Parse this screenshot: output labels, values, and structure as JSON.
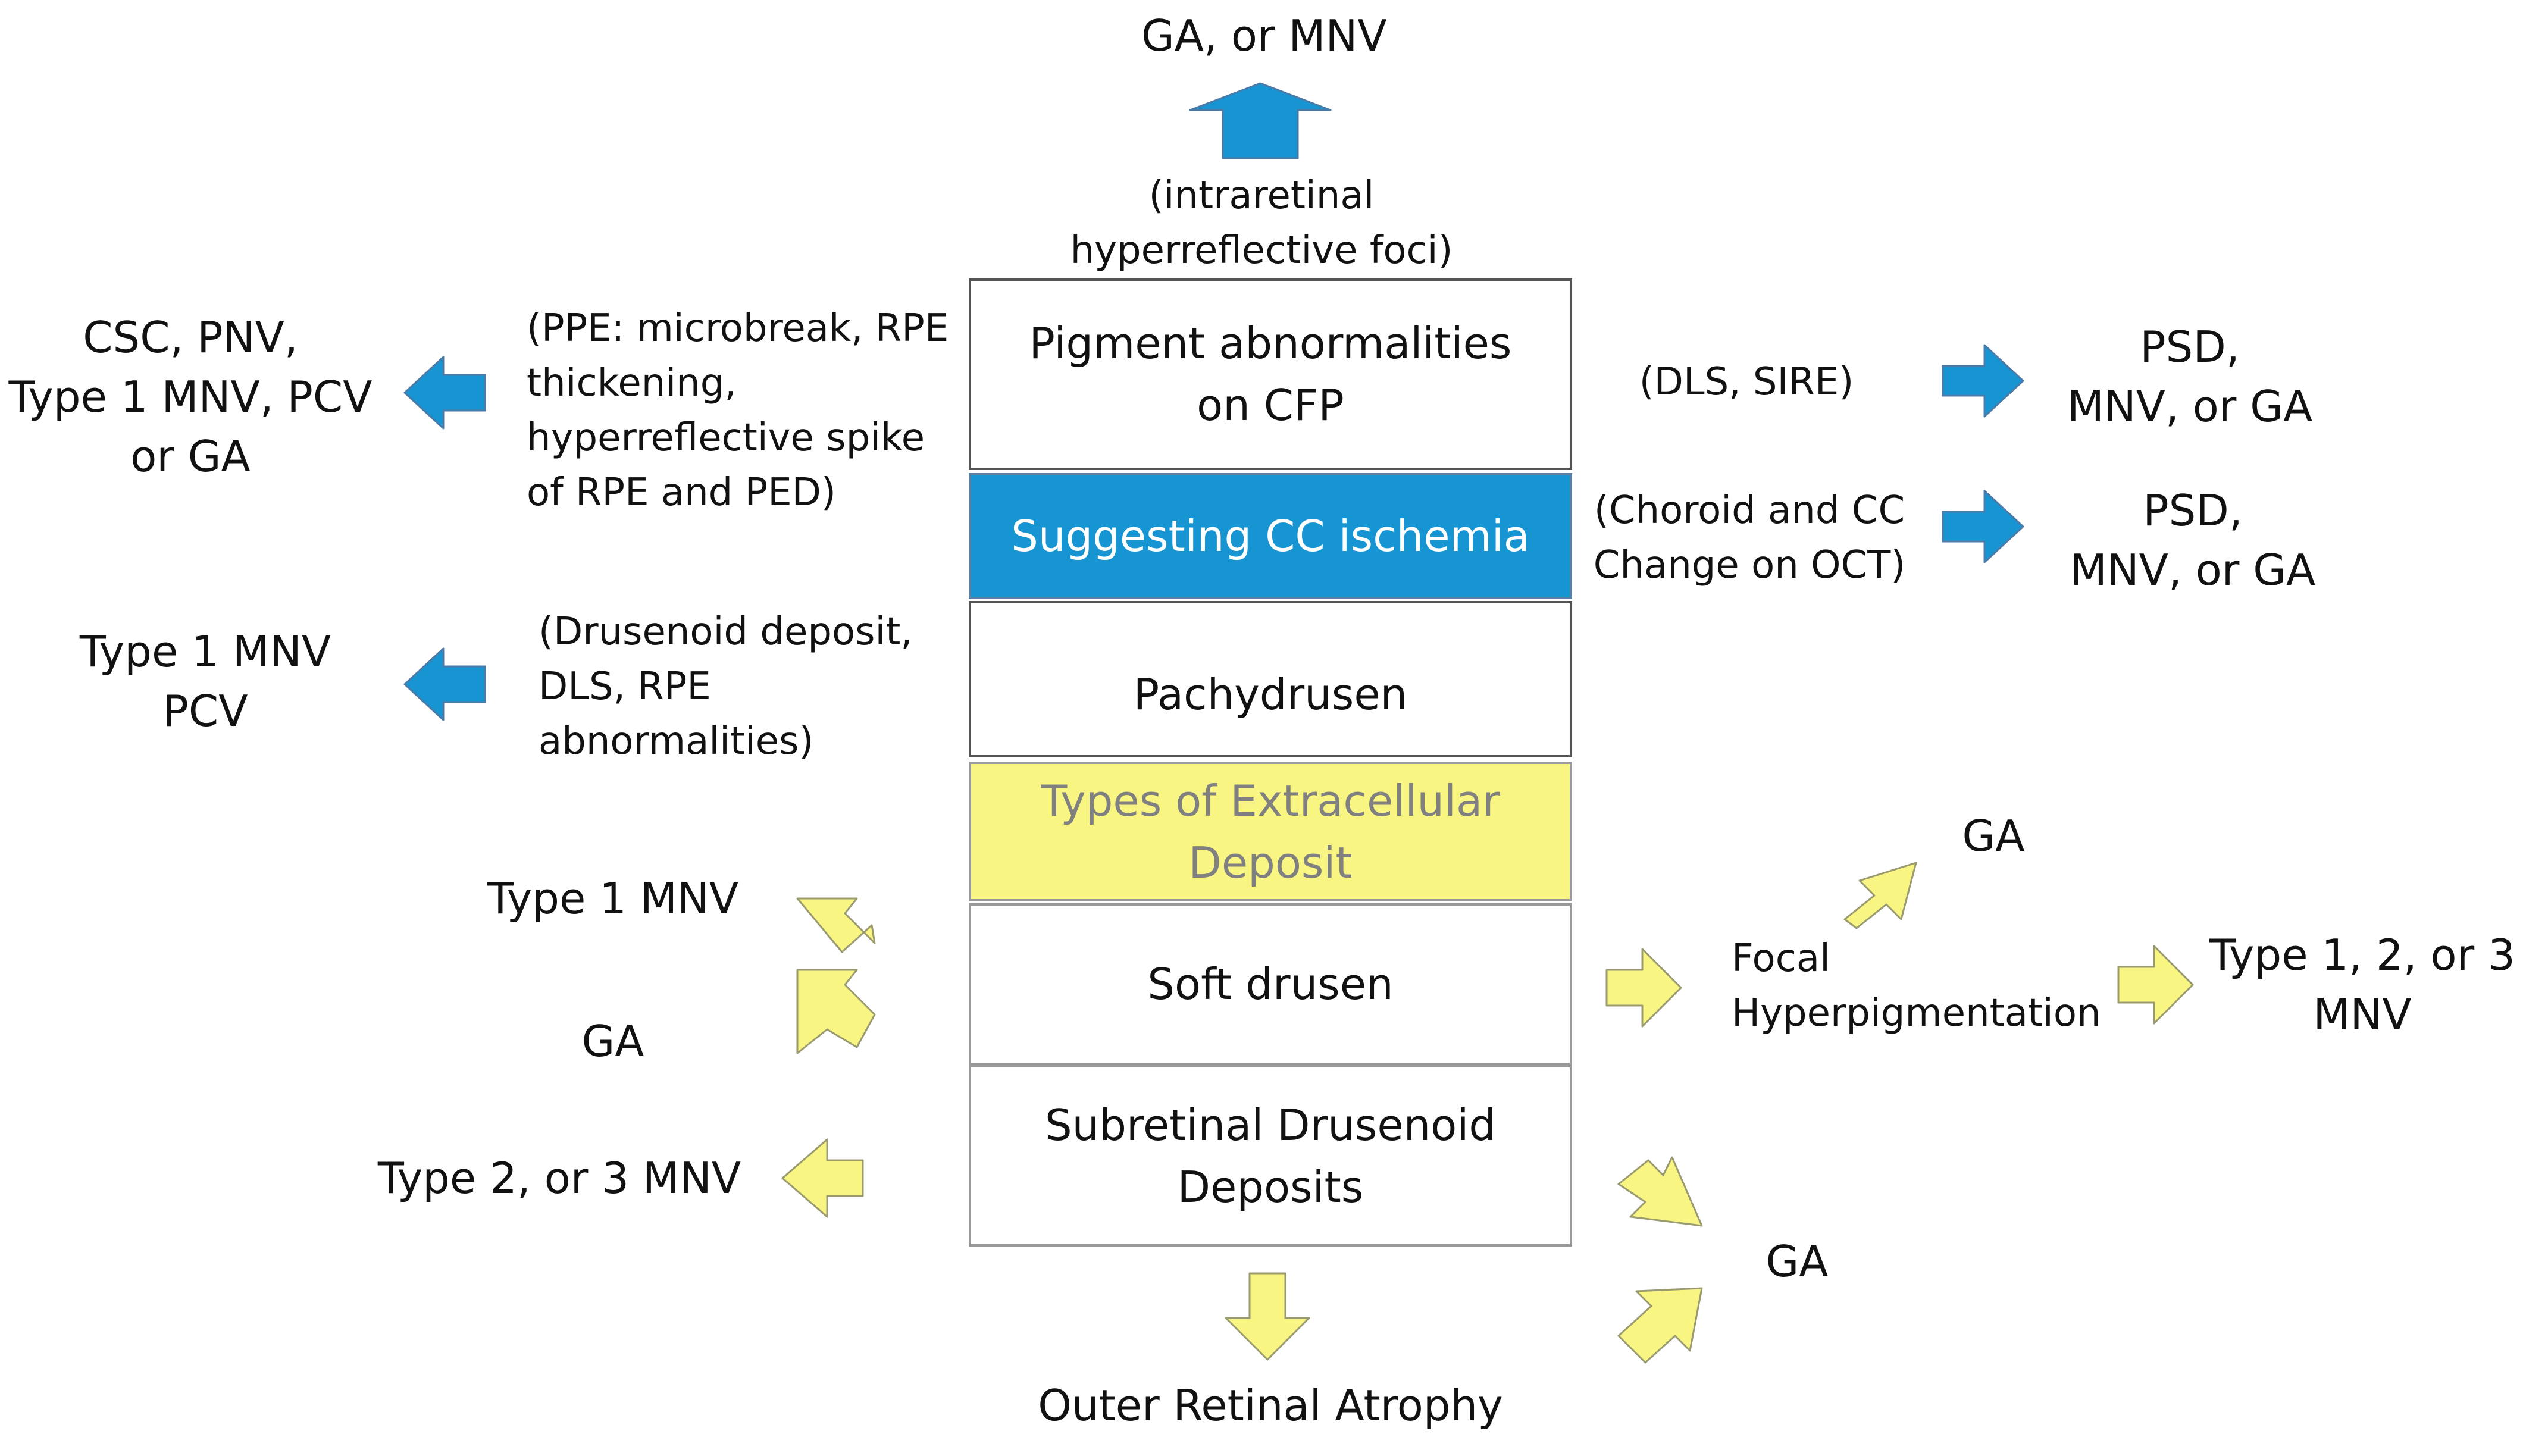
{
  "colors": {
    "blue_arrow": "#1795d3",
    "yellow_arrow": "#f8f583",
    "cc_box": "#1795d3",
    "deposit_box": "#f8f583"
  },
  "center": {
    "pigment": [
      "Pigment abnormalities",
      "on CFP"
    ],
    "cc_ischemia": "Suggesting CC ischemia",
    "pachydrusen": "Pachydrusen",
    "deposit_types": [
      "Types of Extracellular",
      "Deposit"
    ],
    "soft_drusen": "Soft drusen",
    "sdd": [
      "Subretinal Drusenoid",
      "Deposits"
    ]
  },
  "top": {
    "outcome": "GA, or MNV",
    "condition": [
      "(intraretinal",
      "hyperreflective foci)"
    ]
  },
  "left": {
    "pigment_outcome": [
      "CSC, PNV,",
      "Type 1 MNV, PCV",
      "or GA"
    ],
    "pigment_condition": [
      "(PPE: microbreak, RPE",
      "thickening,",
      "hyperreflective spike",
      "of RPE and PED)"
    ],
    "pachy_outcome": [
      "Type 1 MNV",
      "PCV"
    ],
    "pachy_condition": [
      "(Drusenoid deposit,",
      "DLS, RPE",
      "abnormalities)"
    ],
    "soft_outcome_1": "Type 1 MNV",
    "soft_outcome_2": "GA",
    "sdd_outcome": "Type 2, or 3 MNV"
  },
  "right": {
    "pigment_condition": "(DLS, SIRE)",
    "pigment_outcome": [
      "PSD,",
      "MNV, or GA"
    ],
    "cc_condition": [
      "(Choroid and CC",
      "Change on OCT)"
    ],
    "cc_outcome": [
      "PSD,",
      "MNV, or GA"
    ],
    "focal": [
      "Focal",
      "Hyperpigmentation"
    ],
    "focal_up_outcome": "GA",
    "focal_right_outcome": [
      "Type 1, 2, or 3",
      "MNV"
    ],
    "sdd_outcome": "GA"
  },
  "bottom": {
    "outcome": "Outer Retinal Atrophy"
  }
}
